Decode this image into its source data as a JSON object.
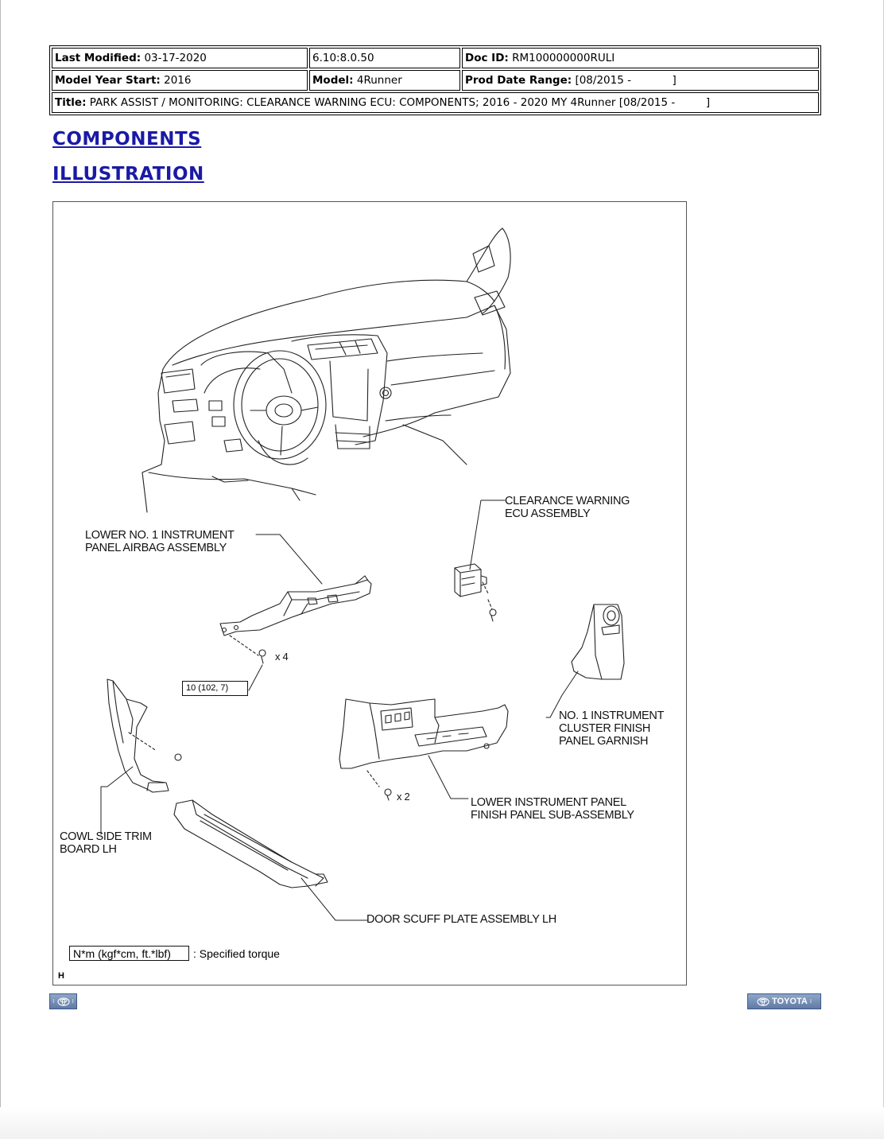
{
  "meta": {
    "last_modified_label": "Last Modified:",
    "last_modified_value": "03-17-2020",
    "version": "6.10:8.0.50",
    "doc_id_label": "Doc ID:",
    "doc_id_value": "RM100000000RULI",
    "model_year_label": "Model Year Start:",
    "model_year_value": "2016",
    "model_label": "Model:",
    "model_value": "4Runner",
    "prod_date_label": "Prod Date Range:",
    "prod_date_value": "[08/2015 -            ]",
    "title_label": "Title:",
    "title_value": "PARK ASSIST / MONITORING: CLEARANCE WARNING ECU: COMPONENTS; 2016 - 2020 MY 4Runner [08/2015 -         ]"
  },
  "headings": {
    "components": "COMPONENTS",
    "illustration": "ILLUSTRATION"
  },
  "figure": {
    "labels": {
      "clearance_ecu": "CLEARANCE WARNING\nECU ASSEMBLY",
      "lower_airbag": "LOWER NO. 1 INSTRUMENT\nPANEL AIRBAG ASSEMBLY",
      "cluster_garnish": "NO. 1 INSTRUMENT\nCLUSTER FINISH\nPANEL GARNISH",
      "lower_finish": "LOWER INSTRUMENT PANEL\nFINISH PANEL SUB-ASSEMBLY",
      "cowl_trim": "COWL SIDE TRIM\nBOARD LH",
      "door_scuff": "DOOR SCUFF PLATE ASSEMBLY LH"
    },
    "qty_x4": "x 4",
    "qty_x2": "x 2",
    "torque_value": "10 (102, 7)",
    "torque_legend": "N*m (kgf*cm, ft.*lbf)",
    "torque_note": ": Specified torque",
    "code": "H"
  },
  "nav": {
    "left_icon": "toyota-logo-icon",
    "right_label": "TOYOTA"
  }
}
